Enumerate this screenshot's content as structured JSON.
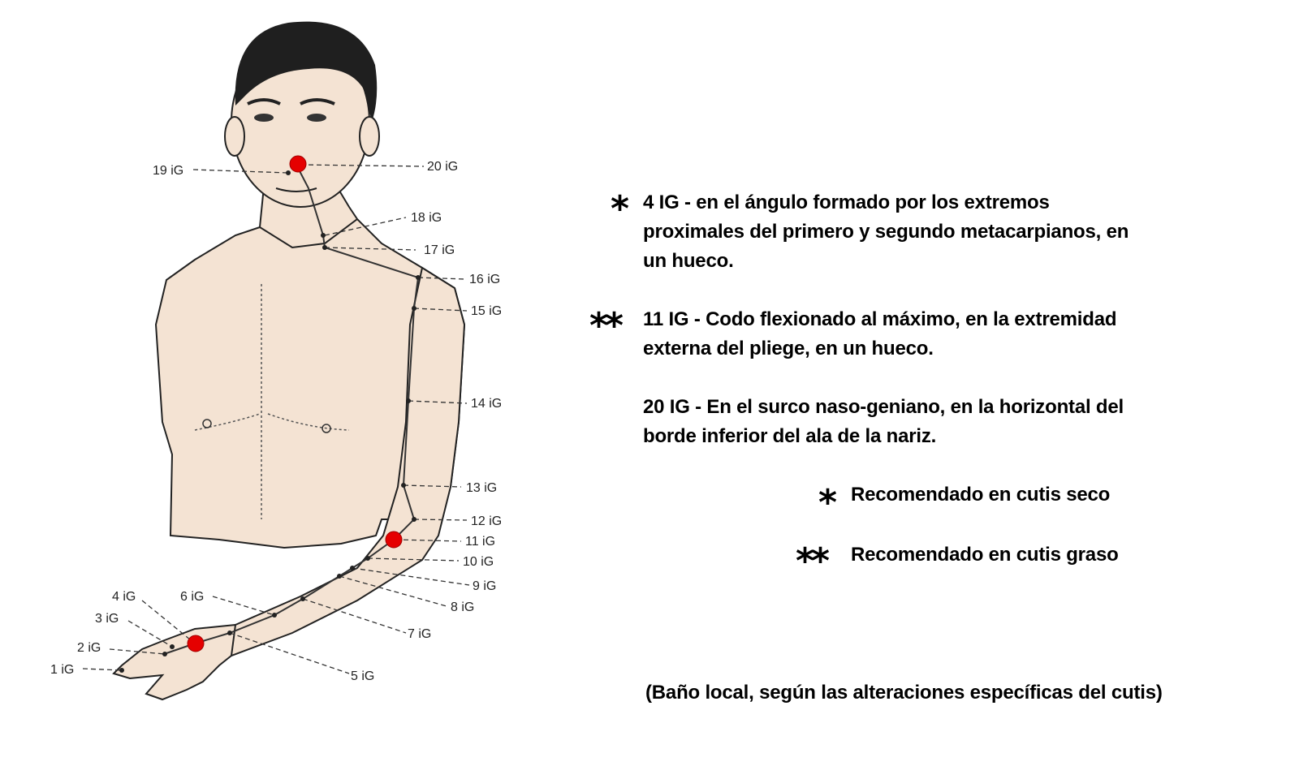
{
  "points": [
    {
      "label": "19 iG"
    },
    {
      "label": "20 iG"
    },
    {
      "label": "18 iG"
    },
    {
      "label": "17 iG"
    },
    {
      "label": "16 iG"
    },
    {
      "label": "15 iG"
    },
    {
      "label": "14 iG"
    },
    {
      "label": "13 iG"
    },
    {
      "label": "12 iG"
    },
    {
      "label": "11 iG"
    },
    {
      "label": "10 iG"
    },
    {
      "label": "9 iG"
    },
    {
      "label": "8 iG"
    },
    {
      "label": "7 iG"
    },
    {
      "label": "6 iG"
    },
    {
      "label": "5 iG"
    },
    {
      "label": "4 iG"
    },
    {
      "label": "3 iG"
    },
    {
      "label": "2 iG"
    },
    {
      "label": "1 iG"
    }
  ],
  "highlighted_points": [
    "20 IG",
    "11 IG",
    "4 IG"
  ],
  "colors": {
    "highlight": "#e50000",
    "skin": "#f4e3d3",
    "meridian": "#333333"
  },
  "descriptions": [
    {
      "marker": "*",
      "lines": [
        "4 IG - en el ángulo formado por los extremos",
        "proximales del primero y segundo metacarpianos, en",
        "un hueco."
      ]
    },
    {
      "marker": "**",
      "lines": [
        "11 IG - Codo flexionado al máximo, en la extremidad",
        "externa del pliege, en un hueco."
      ]
    },
    {
      "marker": "",
      "lines": [
        "20 IG - En el surco naso-geniano, en la horizontal del",
        "borde inferior del ala de la nariz."
      ]
    }
  ],
  "legend": [
    {
      "marker": "*",
      "text": "Recomendado en cutis seco"
    },
    {
      "marker": "**",
      "text": "Recomendado en cutis graso"
    }
  ],
  "footnote": "(Baño local, según las alteraciones específicas del cutis)"
}
